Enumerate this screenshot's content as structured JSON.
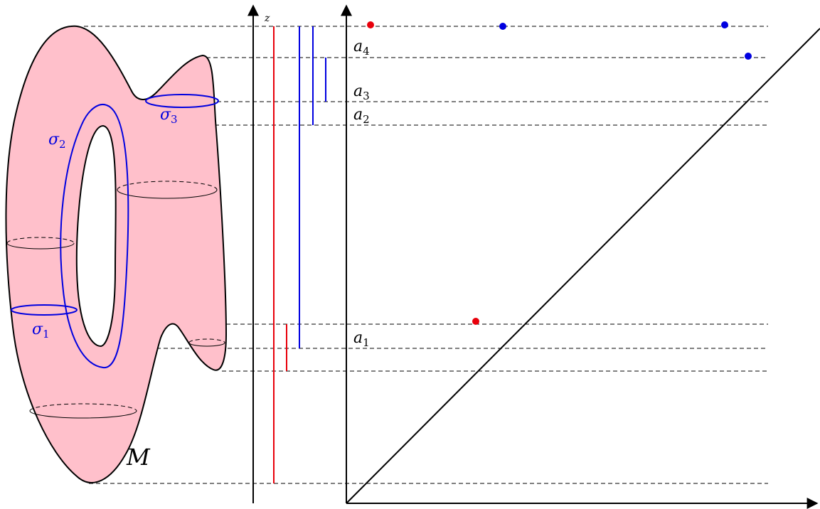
{
  "labels": {
    "z_axis": "z",
    "manifold": "M",
    "sigma1": "σ",
    "sigma1_sub": "1",
    "sigma2": "σ",
    "sigma2_sub": "2",
    "sigma3": "σ",
    "sigma3_sub": "3",
    "a1": "a",
    "a1_sub": "1",
    "a2": "a",
    "a2_sub": "2",
    "a3": "a",
    "a3_sub": "3",
    "a4": "a",
    "a4_sub": "4"
  },
  "colors": {
    "surface_fill": "#ffc0cb",
    "red": "#e8000b",
    "blue": "#0000e0",
    "black": "#000000"
  },
  "legend_points": {
    "red": [
      "red-point-top",
      "red-point-middle"
    ],
    "blue": [
      "blue-point-1",
      "blue-point-2",
      "blue-point-3"
    ]
  }
}
